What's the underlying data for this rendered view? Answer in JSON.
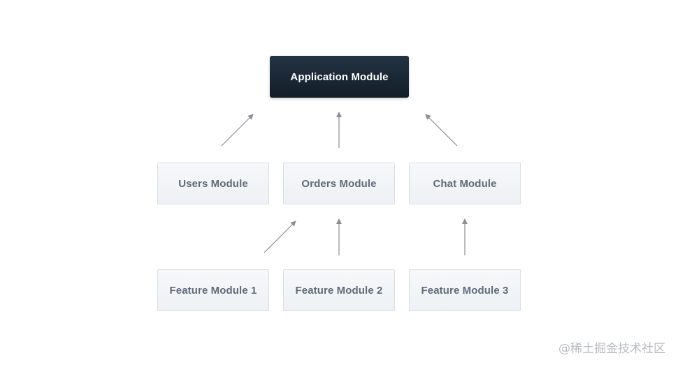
{
  "diagram": {
    "root": {
      "label": "Application Module"
    },
    "modules": [
      {
        "label": "Users Module"
      },
      {
        "label": "Orders Module"
      },
      {
        "label": "Chat Module"
      }
    ],
    "features": [
      {
        "label": "Feature Module 1"
      },
      {
        "label": "Feature Module 2"
      },
      {
        "label": "Feature Module 3"
      }
    ],
    "edges": [
      {
        "from": "Users Module",
        "to": "Application Module"
      },
      {
        "from": "Orders Module",
        "to": "Application Module"
      },
      {
        "from": "Chat Module",
        "to": "Application Module"
      },
      {
        "from": "Feature Module 1",
        "to": "Orders Module"
      },
      {
        "from": "Feature Module 2",
        "to": "Orders Module"
      },
      {
        "from": "Feature Module 3",
        "to": "Chat Module"
      }
    ]
  },
  "colors": {
    "root_bg": "#1a2633",
    "node_bg": "#f2f4f7",
    "node_text": "#5f6b78",
    "arrow": "#8a8f95"
  },
  "watermark": "@稀土掘金技术社区"
}
